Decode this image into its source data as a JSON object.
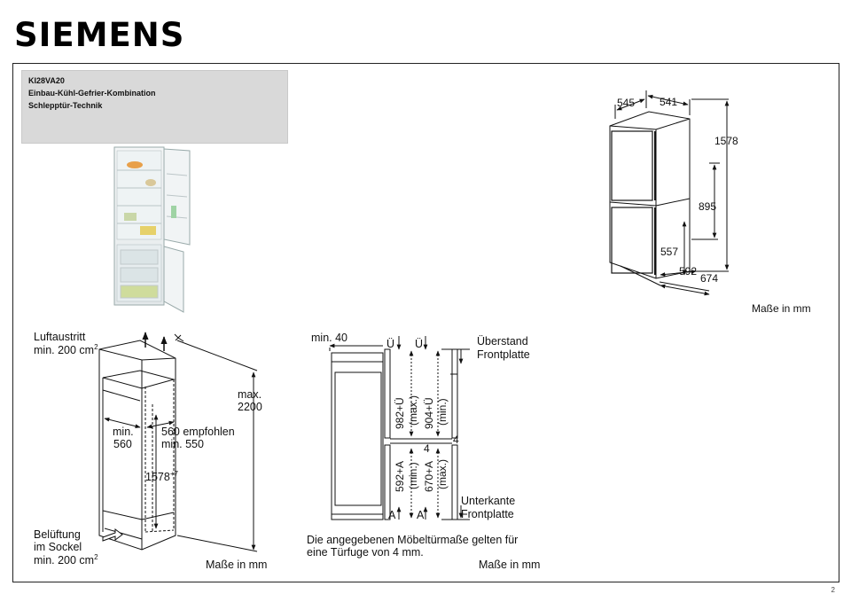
{
  "brand": "SIEMENS",
  "product": {
    "model": "KI28VA20",
    "type": "Einbau-Kühl-Gefrier-Kombination",
    "technology": "Schlepptür-Technik"
  },
  "appliance_diagram": {
    "width": "545",
    "depth": "541",
    "height": "1578",
    "upper_section": "895",
    "lower_door": "557",
    "depth_body": "592",
    "depth_total": "674",
    "units_note": "Maße in mm"
  },
  "niche_diagram": {
    "air_outlet_label": "Luftaustritt",
    "air_outlet_min": "min. 200 cm",
    "air_outlet_exp": "2",
    "max_label": "max.",
    "max_value": "2200",
    "min_width_label": "min.",
    "min_width_value": "560",
    "recommended_width": "560 empfohlen",
    "recommended_min": "min. 550",
    "niche_height": "1578",
    "niche_height_sup": "+7",
    "vent_label_1": "Belüftung",
    "vent_label_2": "im Sockel",
    "vent_min": "min. 200 cm",
    "vent_min_exp": "2",
    "units_note": "Maße in mm"
  },
  "door_diagram": {
    "min_gap": "min. 40",
    "overhang_1": "Ü",
    "overhang_2": "Ü",
    "label_overhang": "Überstand",
    "label_front_panel": "Frontplatte",
    "upper_1": "982+Ü",
    "upper_1_note": "(max.)",
    "upper_2": "904+Ü",
    "upper_2_note": "(min.)",
    "gap_a": "4",
    "gap_b": "4",
    "lower_1": "592+A",
    "lower_1_note": "(min.)",
    "lower_2": "670+A",
    "lower_2_note": "(max.)",
    "a_1": "A",
    "a_2": "A",
    "label_bottom_edge": "Unterkante",
    "label_bottom_front": "Frontplatte",
    "note_line_1": "Die angegebenen Möbeltürmaße gelten für",
    "note_line_2": "eine Türfuge von 4 mm.",
    "units_note": "Maße in mm"
  },
  "page_number": "2"
}
